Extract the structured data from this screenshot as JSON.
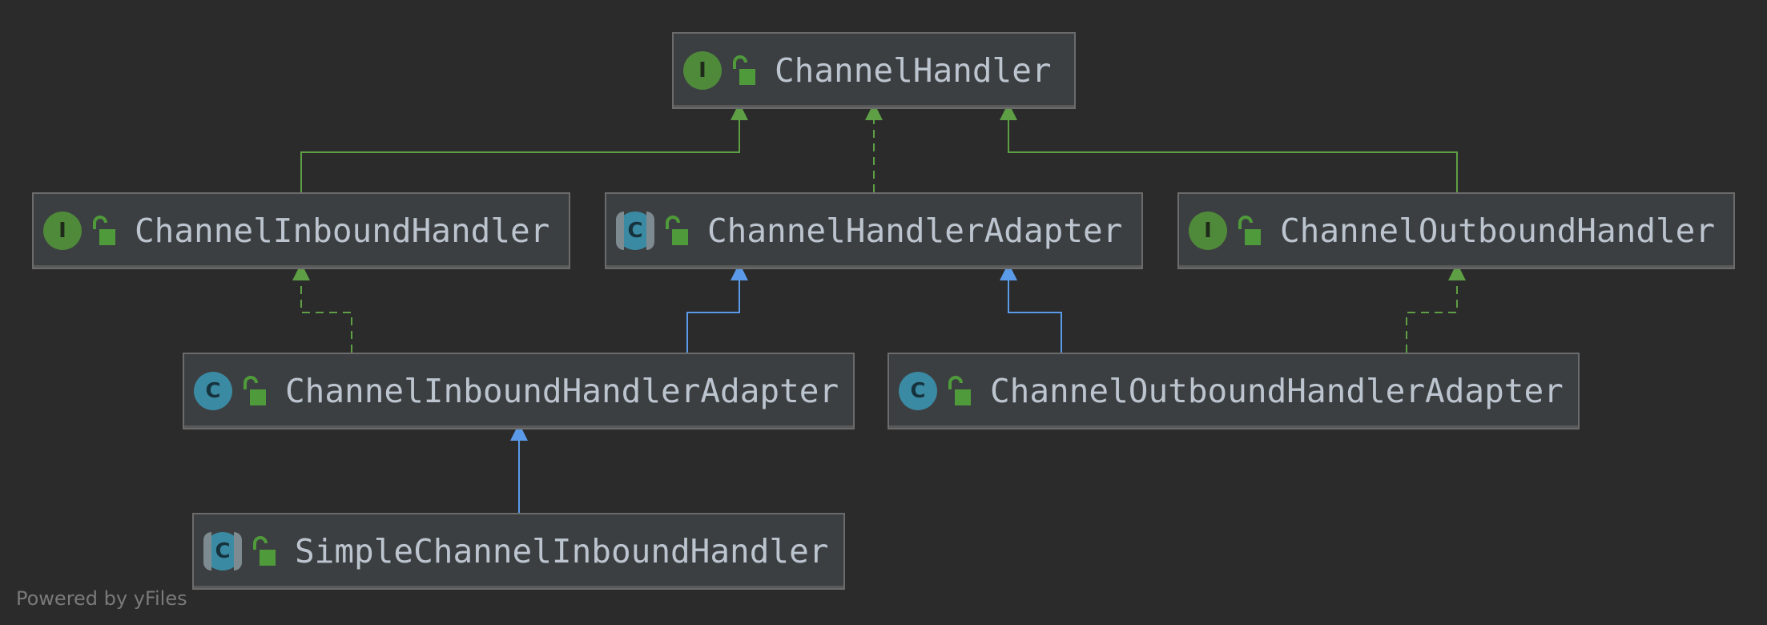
{
  "nodes": [
    {
      "id": "channel-handler",
      "label": "ChannelHandler",
      "kind": "interface",
      "badge": "I"
    },
    {
      "id": "channel-inbound-handler",
      "label": "ChannelInboundHandler",
      "kind": "interface",
      "badge": "I"
    },
    {
      "id": "channel-handler-adapter",
      "label": "ChannelHandlerAdapter",
      "kind": "abstract",
      "badge": "C"
    },
    {
      "id": "channel-outbound-handler",
      "label": "ChannelOutboundHandler",
      "kind": "interface",
      "badge": "I"
    },
    {
      "id": "channel-inbound-handler-adapter",
      "label": "ChannelInboundHandlerAdapter",
      "kind": "class",
      "badge": "C"
    },
    {
      "id": "channel-outbound-handler-adapter",
      "label": "ChannelOutboundHandlerAdapter",
      "kind": "class",
      "badge": "C"
    },
    {
      "id": "simple-channel-inbound-handler",
      "label": "SimpleChannelInboundHandler",
      "kind": "abstract",
      "badge": "C"
    }
  ],
  "edges": [
    {
      "from": "channel-inbound-handler",
      "to": "channel-handler",
      "type": "extends-interface"
    },
    {
      "from": "channel-handler-adapter",
      "to": "channel-handler",
      "type": "implements"
    },
    {
      "from": "channel-outbound-handler",
      "to": "channel-handler",
      "type": "extends-interface"
    },
    {
      "from": "channel-inbound-handler-adapter",
      "to": "channel-inbound-handler",
      "type": "implements"
    },
    {
      "from": "channel-inbound-handler-adapter",
      "to": "channel-handler-adapter",
      "type": "extends-class"
    },
    {
      "from": "channel-outbound-handler-adapter",
      "to": "channel-handler-adapter",
      "type": "extends-class"
    },
    {
      "from": "channel-outbound-handler-adapter",
      "to": "channel-outbound-handler",
      "type": "implements"
    },
    {
      "from": "simple-channel-inbound-handler",
      "to": "channel-inbound-handler-adapter",
      "type": "extends-class"
    }
  ],
  "colors": {
    "interface_edge": "#5e9f45",
    "class_edge": "#5a9ae8",
    "lock": "#4f9a3a"
  },
  "footer": "Powered by yFiles"
}
